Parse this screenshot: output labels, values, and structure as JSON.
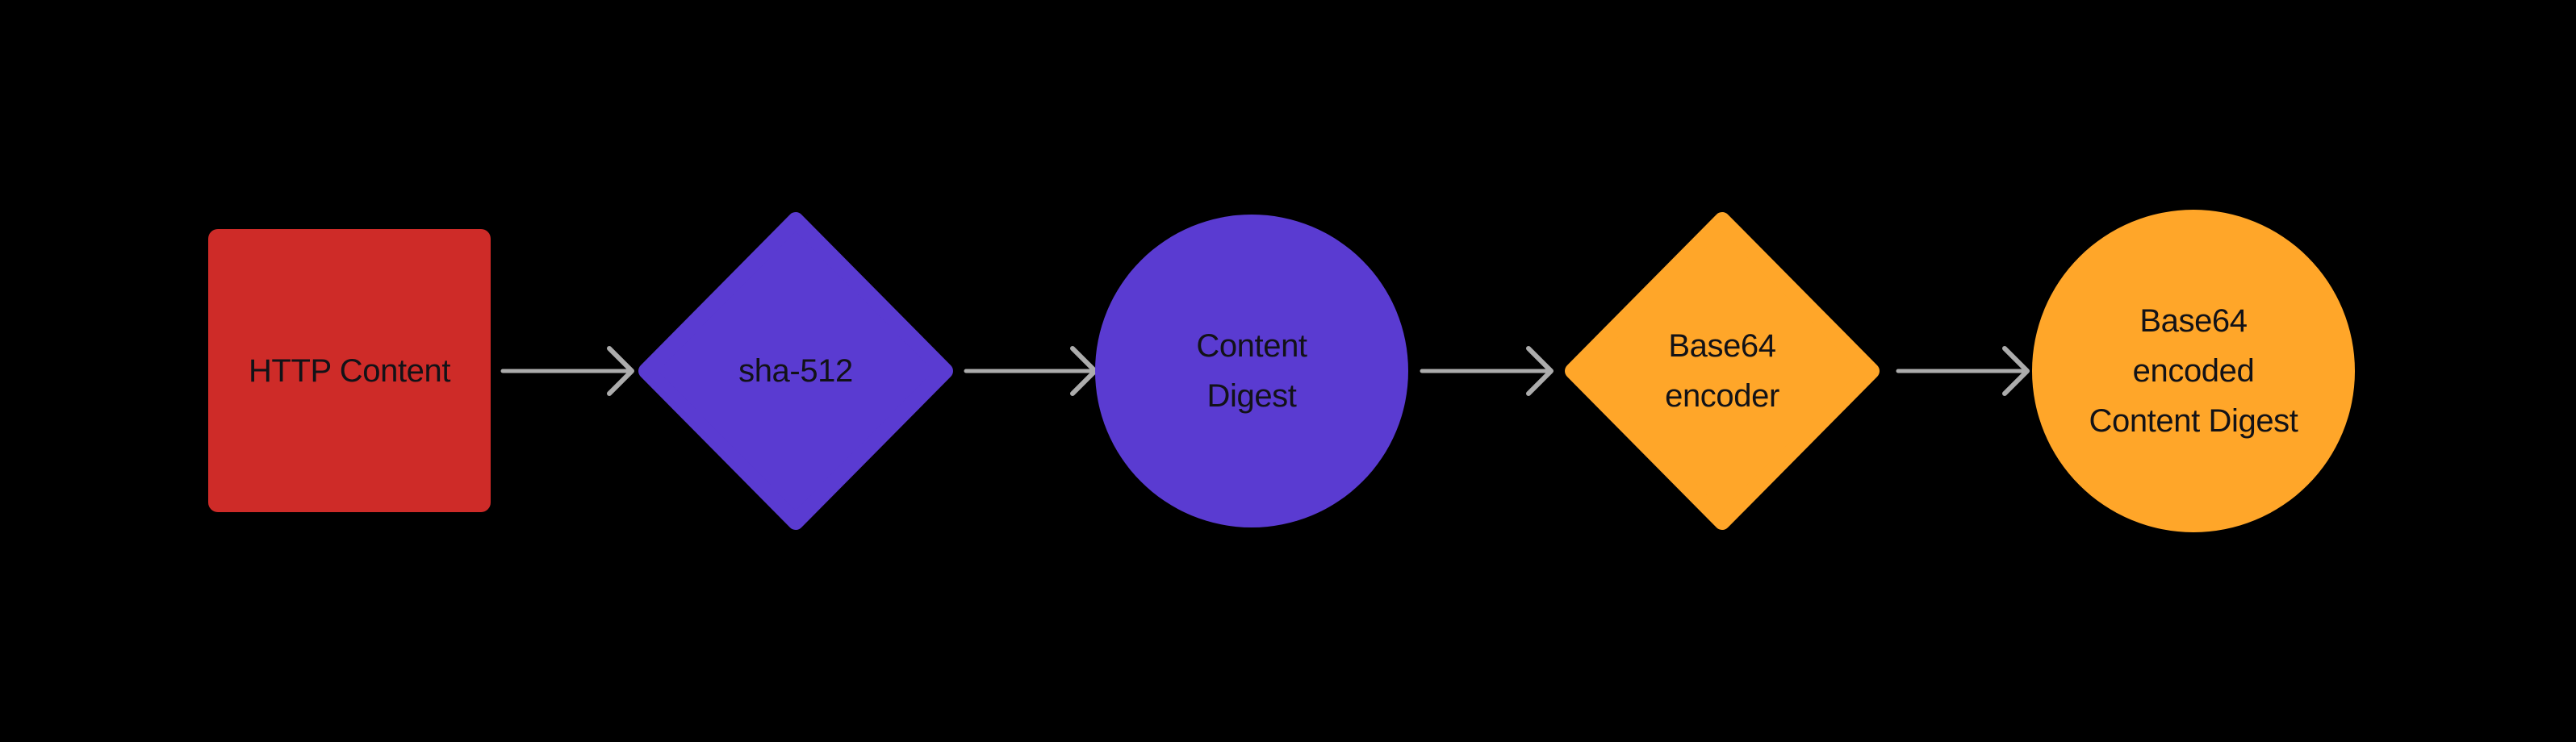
{
  "diagram": {
    "background": "#000000",
    "nodes": [
      {
        "id": "http-content",
        "shape": "square",
        "label": "HTTP Content",
        "color_key": "red"
      },
      {
        "id": "sha-512",
        "shape": "diamond",
        "label": "sha-512",
        "color_key": "purple"
      },
      {
        "id": "content-digest",
        "shape": "circle",
        "label": "Content\nDigest",
        "color_key": "purple"
      },
      {
        "id": "base64-encoder",
        "shape": "diamond",
        "label": "Base64\nencoder",
        "color_key": "orange"
      },
      {
        "id": "base64-encoded",
        "shape": "circle",
        "label": "Base64\nencoded\nContent Digest",
        "color_key": "orange"
      }
    ],
    "arrows": [
      {
        "from": "http-content",
        "to": "sha-512"
      },
      {
        "from": "sha-512",
        "to": "content-digest"
      },
      {
        "from": "content-digest",
        "to": "base64-encoder"
      },
      {
        "from": "base64-encoder",
        "to": "base64-encoded"
      }
    ]
  },
  "colors": {
    "red": "#CE2B28",
    "purple": "#5A3BD1",
    "orange": "#FFA629",
    "arrow": "#ACACAC",
    "text": "#121217"
  }
}
